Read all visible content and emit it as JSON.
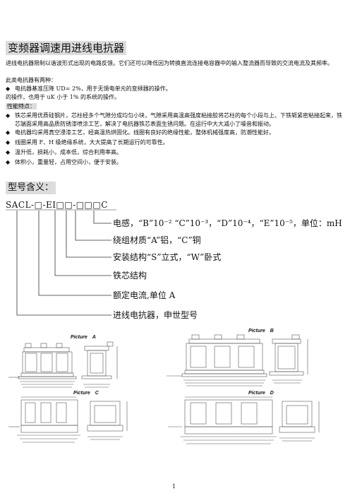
{
  "title": "变频器调速用进线电抗器",
  "intro": [
    "进线电抗器限制以谐波形式出现的电路反馈。它们还可以降低因为转换直流连接电容器中的输入整流器而导致的交流电流及其频率。",
    "此类电抗器有两种：",
    "电抗器基准压降 UD= 2%，用于无馈电单元的变频器的操作。",
    "的操作，也用于 uK 小于 1% 的系统的操作。"
  ],
  "features_heading": "性能特点：",
  "features": [
    "铁芯采用优质硅钢片，芯柱经多个气隙分成均匀小块，气隙采用高温高强度粘接胶将芯柱的每个小段与上、下铁轭紧密粘接起来，铁芯端面采用高品质防锈漆喷涂工艺，解决了电抗器铁芯表面生锈问题。在运行中大大减小了噪音和振动。",
    "电抗器均采用真空浸漆工艺，经高温热烘固化。线圈有良好的绝缘性能，整体机械强度高，防潮性能好。",
    "线圈采用 F、H 级绝缘系统，大大提高了长期运行的可靠性。",
    "温升低，损耗小，成本低，综合利用率高。",
    "体积小，重量轻，占用空间小，便于安装。"
  ],
  "model_heading": "型号含义：",
  "model_code": "SACL-□-EI□□-□□□C",
  "model_labels": [
    "电感，“B”10⁻² “C”10⁻³，“D”10⁻⁴，“E”10⁻⁵，单位：mH",
    "绕组材质“A”铝，“C”铜",
    "安装结构“S”立式，“W”卧式",
    "铁芯结构",
    "额定电流,单位 A",
    "进线电抗器，申世型号"
  ],
  "pictures": {
    "a": "Picture　A",
    "b": "Picture　B",
    "c": "Picture　C",
    "d": "Picture　D"
  },
  "page_number": "1",
  "colors": {
    "highlight": "#dcdcdc",
    "drawing_line": "#555555"
  }
}
